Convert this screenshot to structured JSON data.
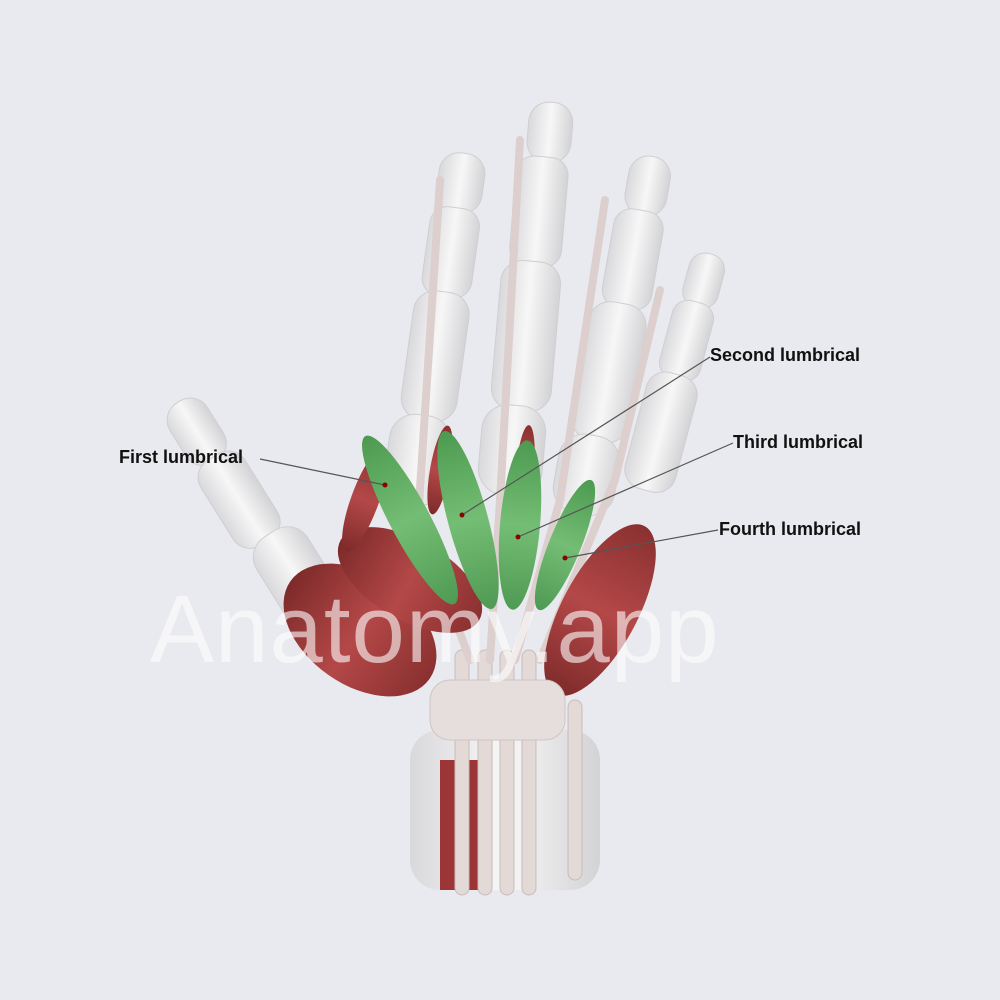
{
  "watermark": "Anatomy.app",
  "labels": {
    "first": "First lumbrical",
    "second": "Second lumbrical",
    "third": "Third lumbrical",
    "fourth": "Fourth lumbrical"
  },
  "colors": {
    "background": "#e9eaef",
    "bone": "#f1f1f1",
    "tendon": "#ddd2d0",
    "muscle": "#a33a3a",
    "lumbrical": "#5fae62",
    "leader_dot": "#8b0000"
  }
}
